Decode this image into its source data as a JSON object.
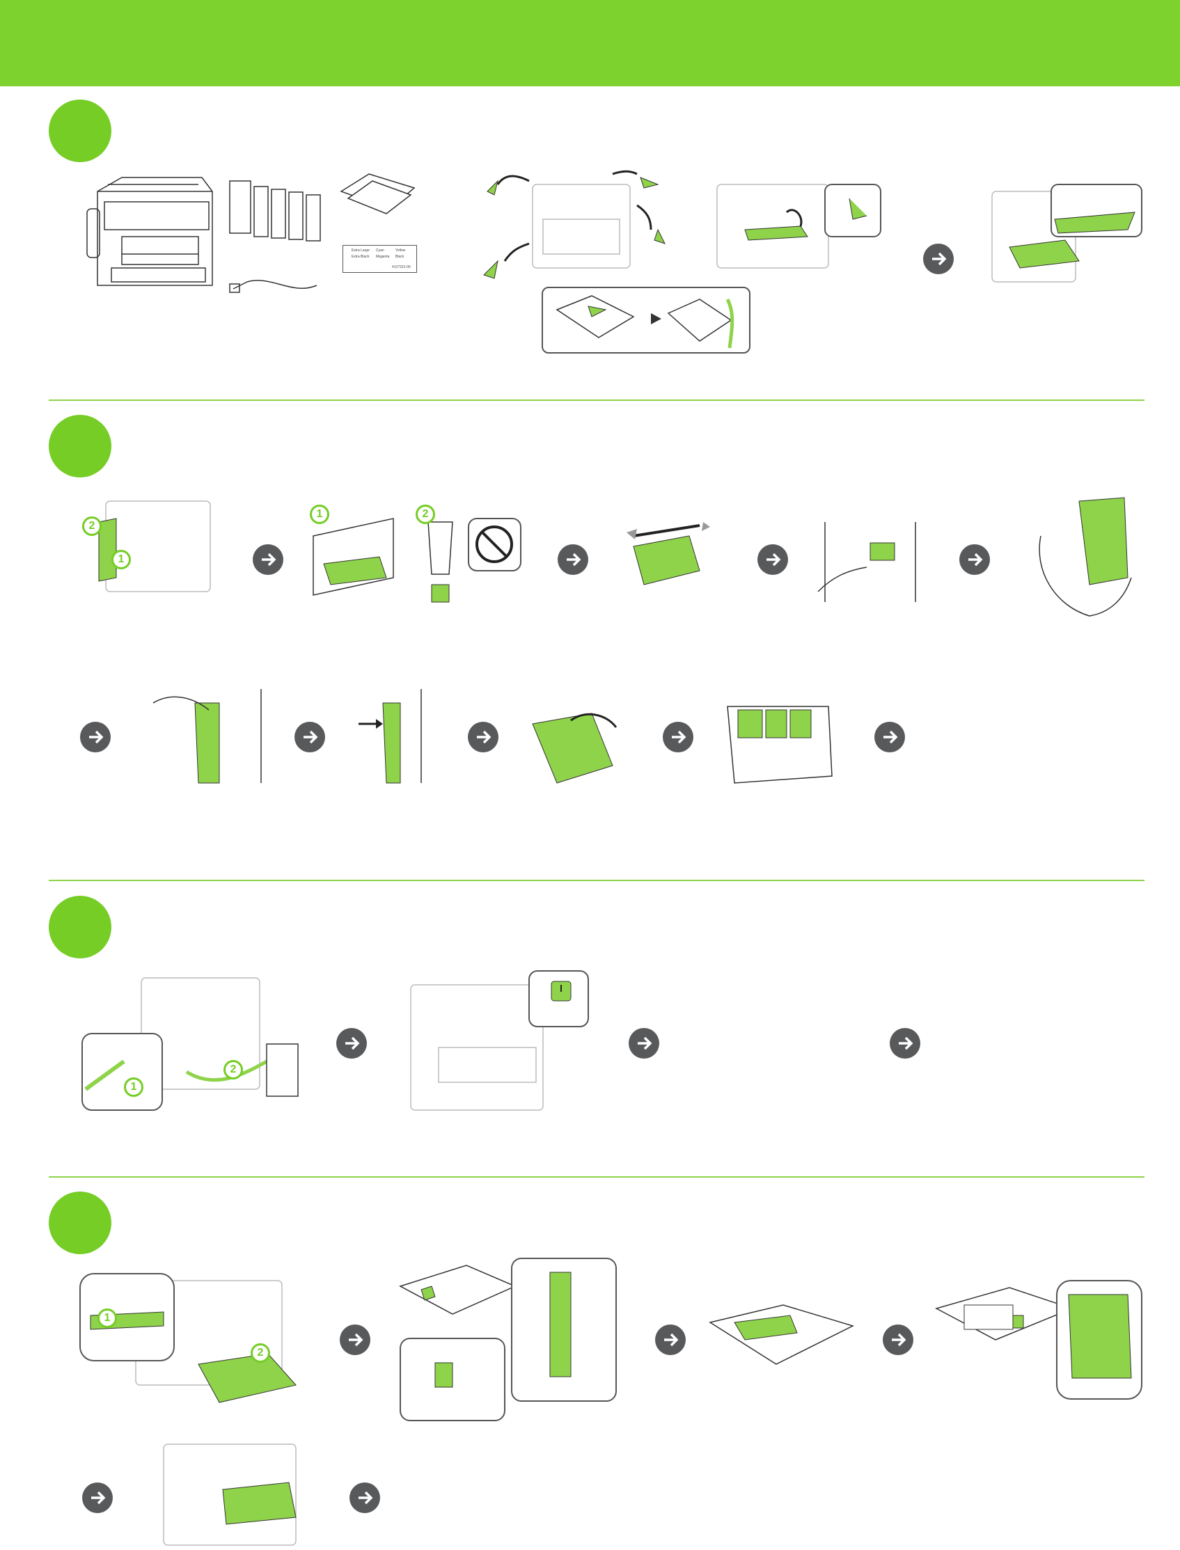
{
  "colors": {
    "brand_green": "#7ed22d",
    "step_dot": "#75cd25",
    "arrow_grey": "#58595b",
    "line_grey": "#555555",
    "highlight_green": "#8fd34a"
  },
  "icons": {
    "next_step": "arrow-right-icon",
    "callout_one": "number-one-icon",
    "callout_two": "number-two-icon",
    "power": "power-icon",
    "prohibited": "prohibited-icon"
  },
  "callouts": {
    "one": "1",
    "two": "2"
  },
  "label_sheet": {
    "items": [
      "Extra Large",
      "Extra Black",
      "Cyan",
      "Magenta",
      "Yellow",
      "Black"
    ],
    "footer": "4127321-00"
  }
}
